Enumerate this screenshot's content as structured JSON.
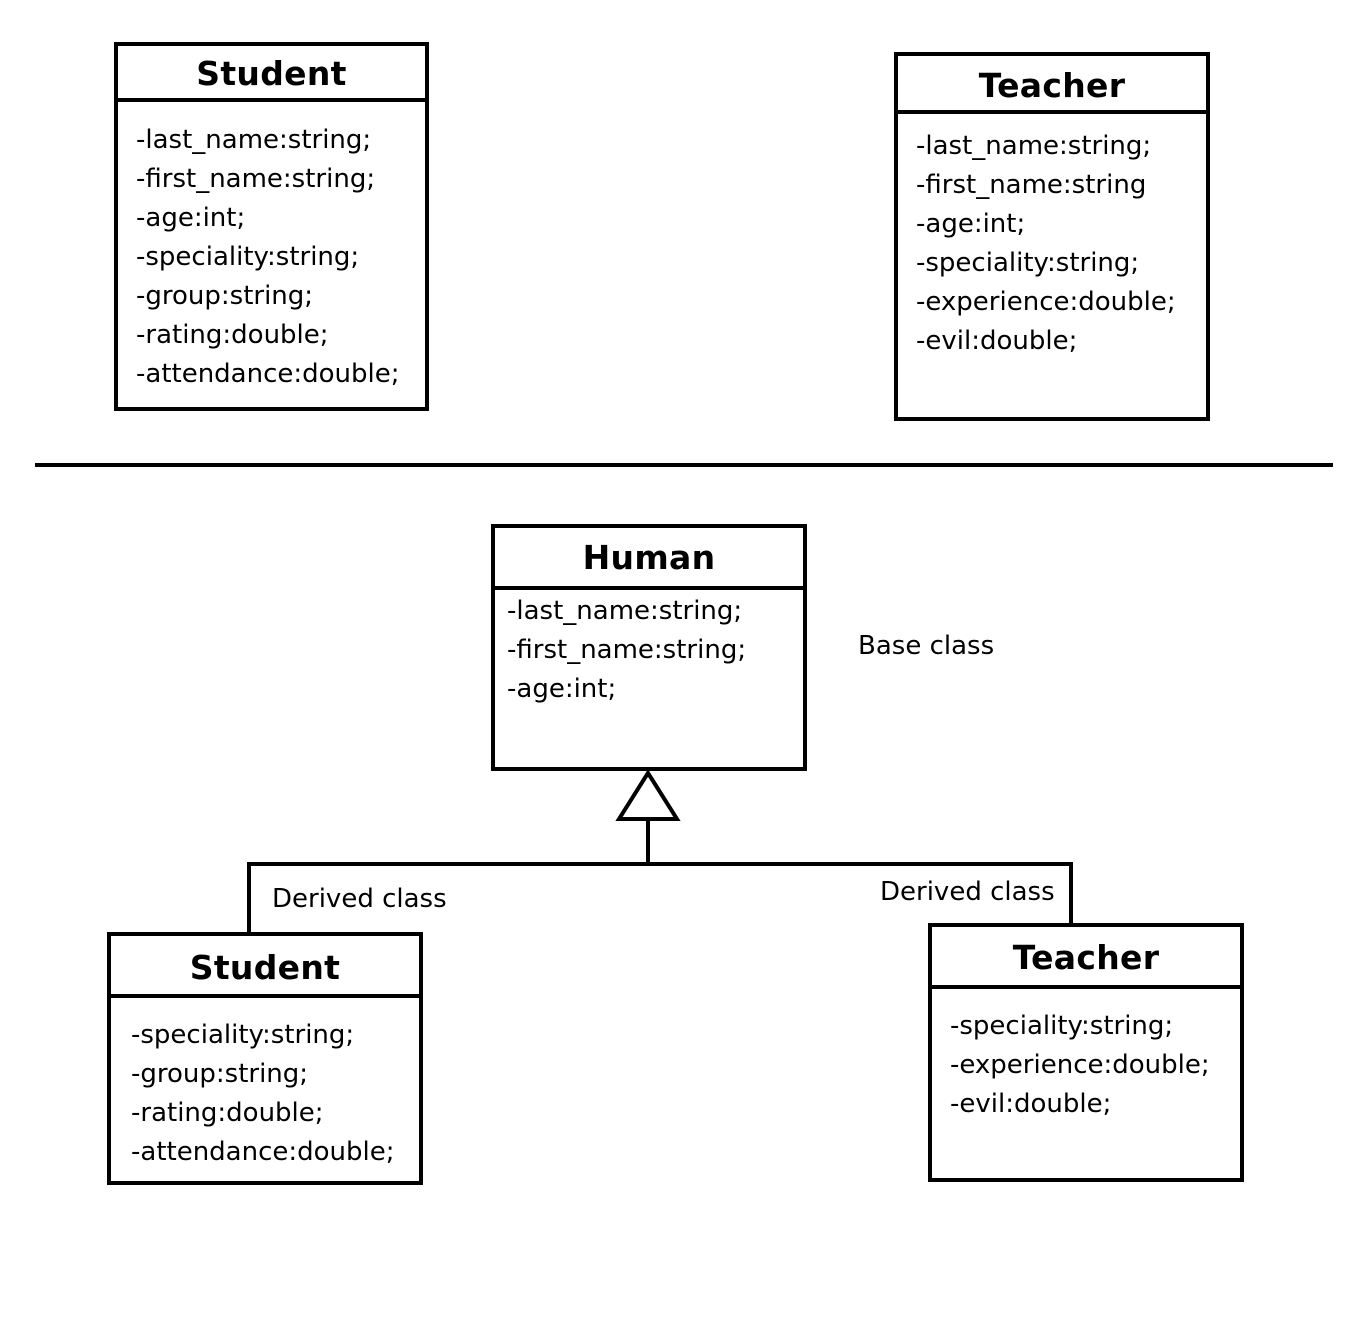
{
  "top_classes": {
    "student": {
      "name": "Student",
      "attributes": [
        "-last_name:string;",
        "-first_name:string;",
        "-age:int;",
        "-speciality:string;",
        "-group:string;",
        "-rating:double;",
        "-attendance:double;"
      ]
    },
    "teacher": {
      "name": "Teacher",
      "attributes": [
        "-last_name:string;",
        "-first_name:string",
        "-age:int;",
        "-speciality:string;",
        "-experience:double;",
        "-evil:double;"
      ]
    }
  },
  "hierarchy": {
    "base": {
      "name": "Human",
      "label": "Base class",
      "attributes": [
        "-last_name:string;",
        "-first_name:string;",
        "-age:int;"
      ]
    },
    "derived_student": {
      "name": "Student",
      "label": "Derived class",
      "attributes": [
        "-speciality:string;",
        "-group:string;",
        "-rating:double;",
        "-attendance:double;"
      ]
    },
    "derived_teacher": {
      "name": "Teacher",
      "label": "Derived class",
      "attributes": [
        "-speciality:string;",
        "-experience:double;",
        "-evil:double;"
      ]
    }
  }
}
